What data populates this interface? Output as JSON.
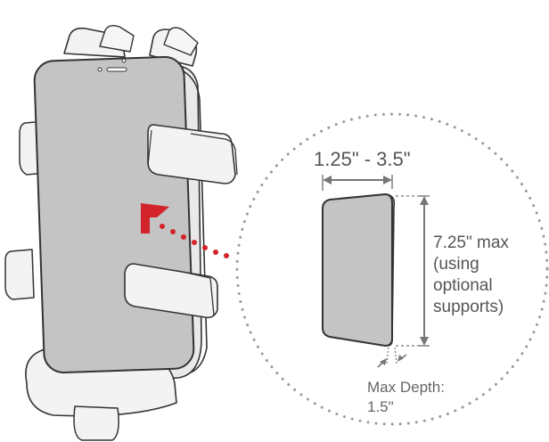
{
  "labels": {
    "width_range": "1.25\" - 3.5\"",
    "height_max_lines": [
      "7.25\" max",
      "(using",
      "optional",
      "supports)"
    ],
    "depth_lines": [
      "Max Depth:",
      "1.5\""
    ]
  },
  "colors": {
    "device_fill": "#c4c4c4",
    "outline": "#333333",
    "arm_fill": "#f3f3f3",
    "accent": "#d2232a",
    "dimension": "#777777",
    "circle_dots": "#9a9a9a"
  },
  "icons": {
    "zoom_arrow": "chevron-corner-arrow-icon"
  }
}
